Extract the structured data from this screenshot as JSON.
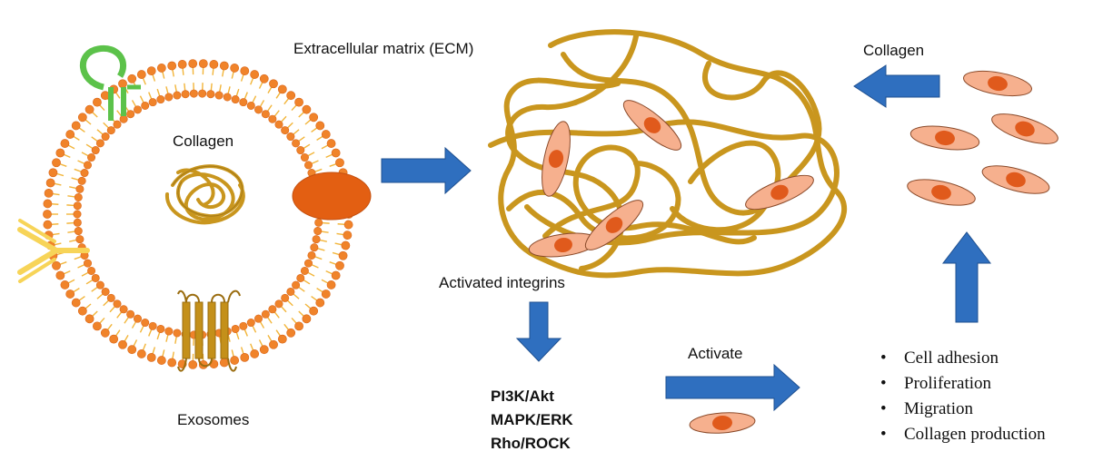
{
  "labels": {
    "ecm": "Extracellular matrix (ECM)",
    "collagen_left": "Collagen",
    "collagen_right": "Collagen",
    "exosomes": "Exosomes",
    "activated_integrins": "Activated integrins",
    "activate": "Activate"
  },
  "pathways": [
    "PI3K/Akt",
    "MAPK/ERK",
    "Rho/ROCK"
  ],
  "outcomes": [
    "Cell adhesion",
    "Proliferation",
    "Migration",
    "Collagen production"
  ],
  "colors": {
    "membrane": "#f0832a",
    "lipid_tail": "#f2b53a",
    "collagen_fiber": "#c9961e",
    "cell_body": "#f6b08e",
    "nucleus": "#e05a1c",
    "arrow": "#2f6fbf",
    "green_rna": "#5cc24a",
    "antibody": "#f7d458",
    "transmembrane": "#c4901a"
  }
}
